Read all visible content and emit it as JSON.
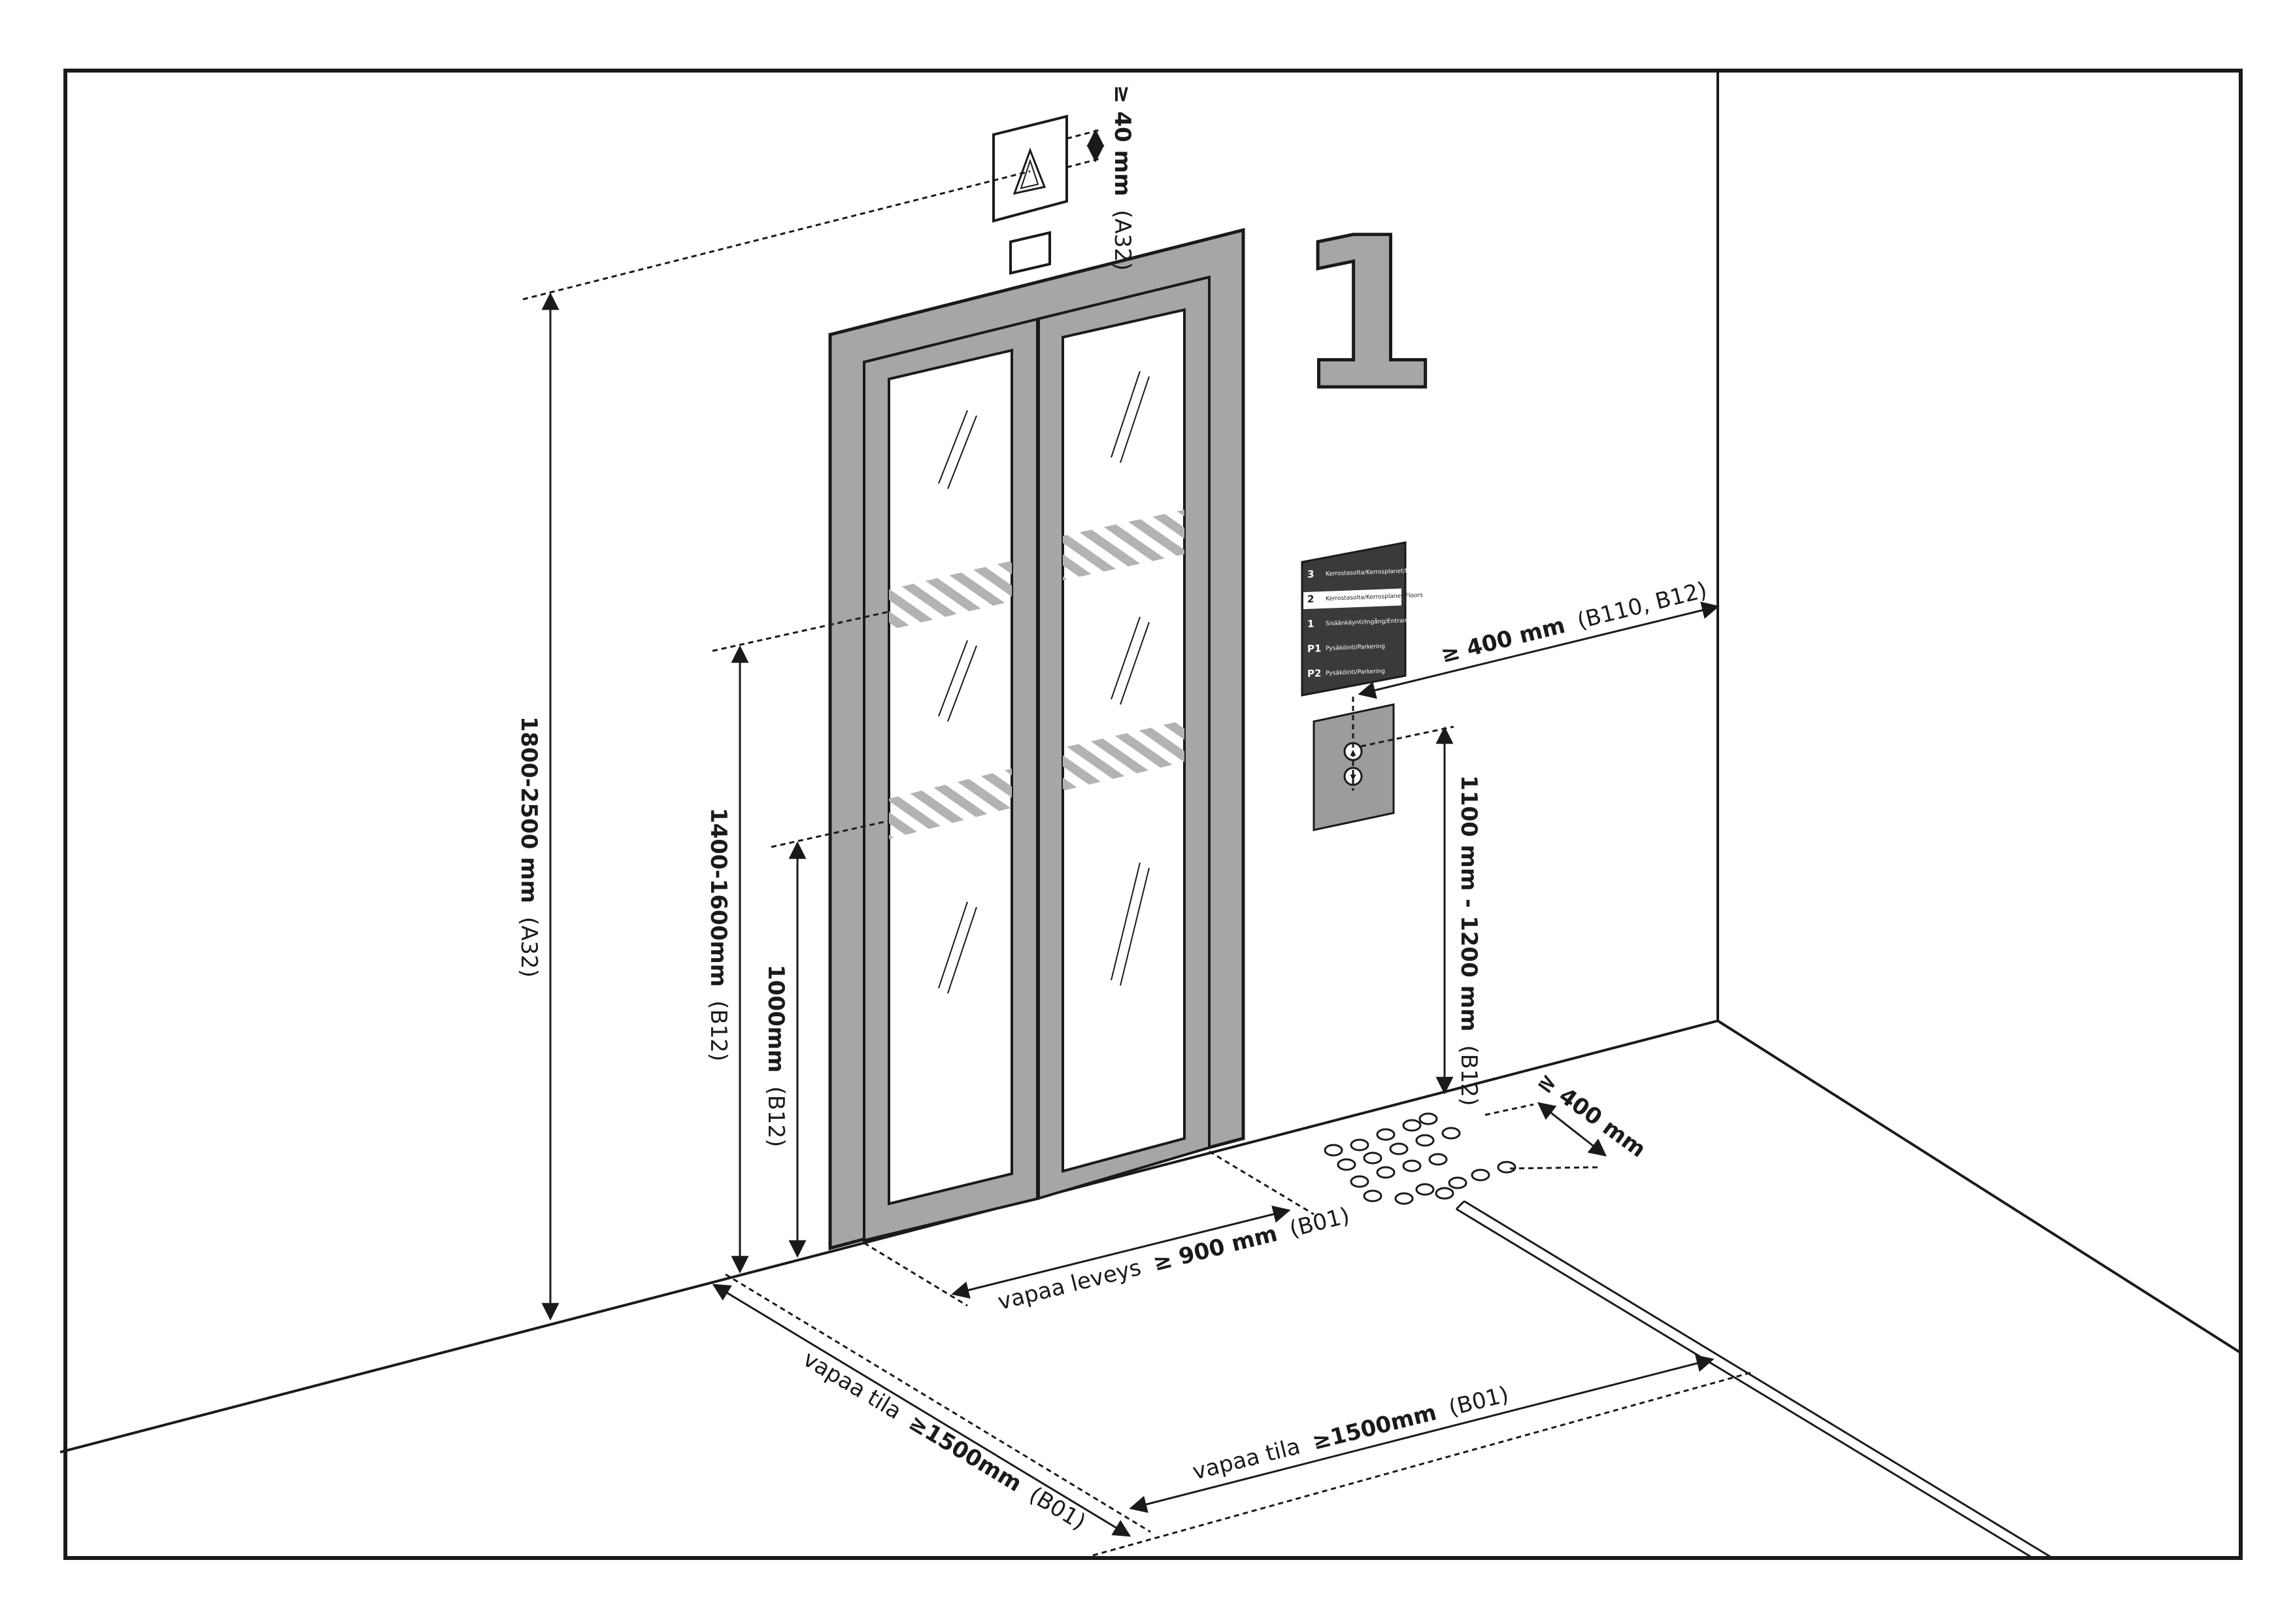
{
  "floor_number": "1",
  "dimensions": {
    "signal_size": {
      "bold": "≥ 40 mm",
      "ref": "(A32)"
    },
    "signal_height": {
      "bold": "1800-2500 mm",
      "ref": "(A32)"
    },
    "door_marking_upper": {
      "bold": "1400-1600mm",
      "ref": "(B12)"
    },
    "door_marking_lower": {
      "bold": "1000mm",
      "ref": "(B12)"
    },
    "corner_distance": {
      "bold": "≥ 400 mm",
      "ref": "(B110, B12)"
    },
    "button_height": {
      "bold": "1100 mm - 1200 mm",
      "ref": "(B12)"
    },
    "tactile_area": {
      "bold": "≥ 400 mm",
      "ref": ""
    },
    "door_width": {
      "prefix": "vapaa leveys",
      "bold": "≥ 900 mm",
      "ref": "(B01)"
    },
    "free_space_left": {
      "prefix": "vapaa tila",
      "bold": "≥1500mm",
      "ref": "(B01)"
    },
    "free_space_right": {
      "prefix": "vapaa tila",
      "bold": "≥1500mm",
      "ref": "(B01)"
    }
  },
  "floor_directory": {
    "rows": [
      {
        "number": "3",
        "text": "Kerrostasolta/Kerrosplanet/Floors"
      },
      {
        "number": "2",
        "text": "Kerrostasolta/Kerrosplanet/Floors"
      },
      {
        "number": "1",
        "text": "Sisäänkäynti/Ingång/Entrance"
      },
      {
        "number": "P1",
        "text": "Pysäköinti/Parkering"
      },
      {
        "number": "P2",
        "text": "Pysäköinti/Parkering"
      }
    ]
  },
  "call_buttons": {
    "up_glyph": "▲",
    "down_glyph": "▼"
  },
  "colors": {
    "line": "#1a1a1a",
    "frame_grey": "#a6a6a6",
    "stripe_grey": "#b3b3b3",
    "panel_dark": "#3a3a3a",
    "button_panel": "#9c9c9c"
  }
}
